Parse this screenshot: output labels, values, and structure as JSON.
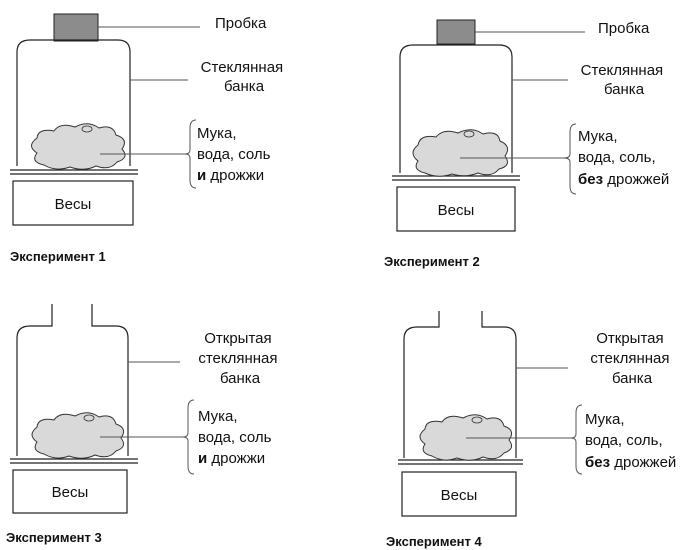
{
  "experiments": [
    {
      "caption": "Эксперимент 1",
      "stopper_label": "Пробка",
      "jar_label": [
        "Стеклянная",
        "банка"
      ],
      "contents_label": [
        "Мука,",
        "вода, соль",
        "и",
        " дрожжи"
      ],
      "scale_label": "Весы"
    },
    {
      "caption": "Эксперимент 2",
      "stopper_label": "Пробка",
      "jar_label": [
        "Стеклянная",
        "банка"
      ],
      "contents_label": [
        "Мука,",
        "вода, соль,",
        "без",
        " дрожжей"
      ],
      "scale_label": "Весы"
    },
    {
      "caption": "Эксперимент 3",
      "jar_label": [
        "Открытая",
        "стеклянная",
        "банка"
      ],
      "contents_label": [
        "Мука,",
        "вода, соль",
        "и",
        " дрожжи"
      ],
      "scale_label": "Весы"
    },
    {
      "caption": "Эксперимент 4",
      "jar_label": [
        "Открытая",
        "стеклянная",
        "банка"
      ],
      "contents_label": [
        "Мука,",
        "вода, соль,",
        "без",
        " дрожжей"
      ],
      "scale_label": "Весы"
    }
  ]
}
